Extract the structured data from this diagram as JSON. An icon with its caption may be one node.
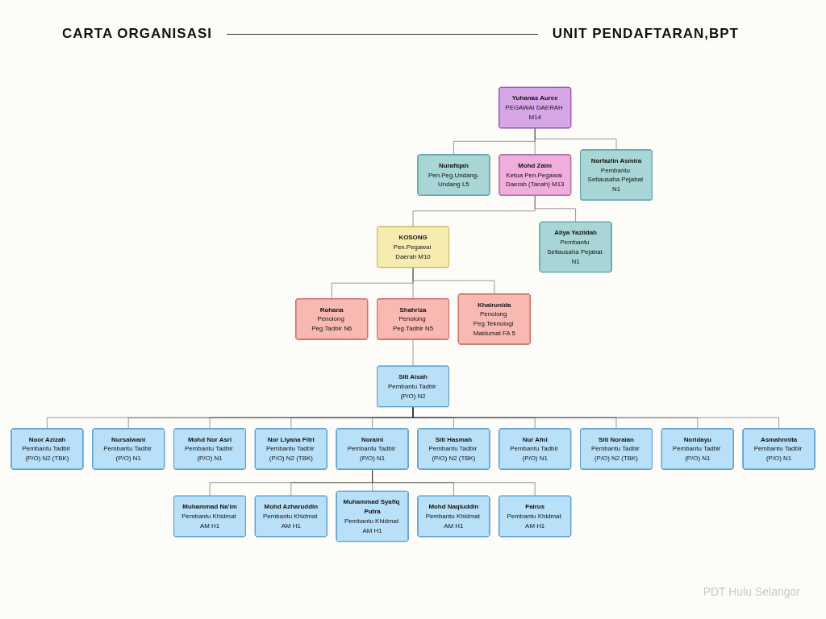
{
  "diagram": {
    "title": "CARTA ORGANISASI",
    "nodes": [
      {
        "text": [
          "Yuhanas Auree",
          "PEGAWAI DAERAH M14"
        ]
      },
      {
        "text": [
          "Nurafiqah",
          "Pen.Peg.Undang-Undang L5"
        ]
      },
      {
        "text": [
          "Mohd Zaim",
          "Ketua Pen.Pegawai Daerah (Tanah) M13"
        ]
      },
      {
        "text": [
          "Norfazlin Asmira",
          "Pembantu Setiausaha Pejabat N1"
        ]
      },
      {
        "text": [
          "KOSONG",
          "Pen.Pegawai Daerah M10"
        ]
      },
      {
        "text": [
          "Aliya Yaziidah",
          "Pembantu Setiausaha Pejabat N1"
        ]
      },
      {
        "text": [
          "Rohana",
          "Penolong Peg.Tadbir N6"
        ]
      },
      {
        "text": [
          "Shahriza",
          "Penolong Peg.Tadbir N5"
        ]
      },
      {
        "text": [
          "Khairunida",
          "Penolong Peg.Teknologi Maklumat FA 5"
        ]
      },
      {
        "text": [
          "Siti Aisah",
          "Pembantu Tadbir (P/O) N2"
        ]
      },
      {
        "text": [
          "Noor Azizah",
          "Pembantu Tadbir (P/O) N2 (TBK)"
        ]
      },
      {
        "text": [
          "Nursalwani",
          "Pembantu Tadbir (P/O) N1"
        ]
      },
      {
        "text": [
          "Mohd Nor Asri",
          "Pembantu Tadbir (P/O) N1"
        ]
      },
      {
        "text": [
          "Nor Liyana Fitri",
          "Pembantu Tadbir (P/O) N2 (TBK)"
        ]
      },
      {
        "text": [
          "Noraini",
          "Pembantu Tadbir (P/O) N1"
        ]
      },
      {
        "text": [
          "Siti Hasmah",
          "Pembantu Tadbir (P/O) N2 (TBK)"
        ]
      },
      {
        "text": [
          "Nur Afni",
          "Pembantu Tadbir (P/O) N1"
        ]
      },
      {
        "text": [
          "Siti Noraian",
          "Pembantu Tadbir (P/O) N2 (TBK)"
        ]
      },
      {
        "text": [
          "Noridayu",
          "Pembantu Tadbir (P/O) N1"
        ]
      },
      {
        "text": [
          "Asmahnnita",
          "Pembantu Tadbir (P/O) N1"
        ]
      },
      {
        "text": [
          "Muhammad Na'im",
          "Pembantu Khidmat AM H1"
        ]
      },
      {
        "text": [
          "Mohd Azharuddin",
          "Pembantu Khidmat AM H1"
        ]
      },
      {
        "text": [
          "Muhammad Syafiq Putra",
          "Pembantu Khidmat AM H1"
        ]
      },
      {
        "text": [
          "Mohd Naqiuddin",
          "Pembantu Khidmat AM H1"
        ]
      },
      {
        "text": [
          "Fairus",
          "Pembantu Khidmat AM H1"
        ]
      }
    ],
    "edges": [
      {
        "from": 0,
        "to": 1,
        "arrow": "none"
      },
      {
        "from": 0,
        "to": 2,
        "arrow": "none"
      },
      {
        "from": 0,
        "to": 3,
        "arrow": "none"
      },
      {
        "from": 2,
        "to": 4,
        "arrow": "none"
      },
      {
        "from": 2,
        "to": 5,
        "arrow": "none"
      },
      {
        "from": 4,
        "to": 6,
        "arrow": "none"
      },
      {
        "from": 4,
        "to": 7,
        "arrow": "none"
      },
      {
        "from": 4,
        "to": 8,
        "arrow": "none"
      },
      {
        "from": 7,
        "to": 9,
        "arrow": "none"
      },
      {
        "from": 9,
        "to": 10,
        "arrow": "none"
      },
      {
        "from": 9,
        "to": 11,
        "arrow": "none"
      },
      {
        "from": 9,
        "to": 12,
        "arrow": "none"
      },
      {
        "from": 9,
        "to": 13,
        "arrow": "none"
      },
      {
        "from": 9,
        "to": 14,
        "arrow": "none"
      },
      {
        "from": 9,
        "to": 15,
        "arrow": "none"
      },
      {
        "from": 9,
        "to": 16,
        "arrow": "none"
      },
      {
        "from": 9,
        "to": 17,
        "arrow": "none"
      },
      {
        "from": 9,
        "to": 18,
        "arrow": "none"
      },
      {
        "from": 9,
        "to": 19,
        "arrow": "none"
      },
      {
        "from": 14,
        "to": 20,
        "arrow": "none"
      },
      {
        "from": 14,
        "to": 21,
        "arrow": "none"
      },
      {
        "from": 14,
        "to": 22,
        "arrow": "none"
      },
      {
        "from": 14,
        "to": 23,
        "arrow": "none"
      },
      {
        "from": 14,
        "to": 24,
        "arrow": "none"
      }
    ],
    "labels": [
      "UNIT PENDAFTARAN,BPT",
      "PDT Hulu Selangor"
    ]
  }
}
